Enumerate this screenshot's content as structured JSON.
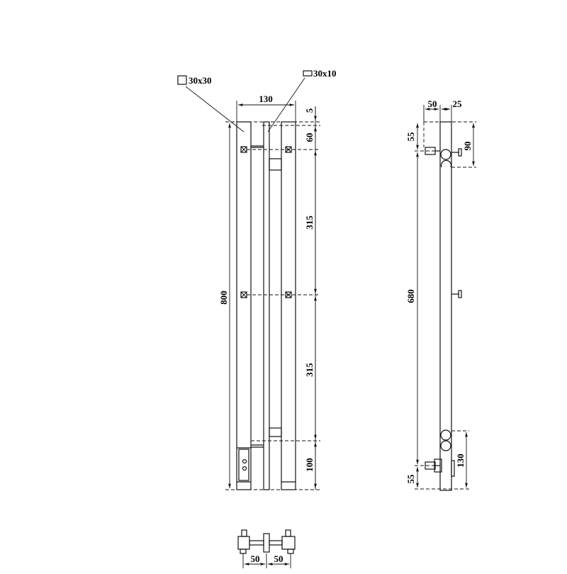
{
  "labels": {
    "profile_square": "30x30",
    "profile_rect": "30x10"
  },
  "front_view": {
    "width": "130",
    "top_gap": "5",
    "top_offset": "60",
    "spacing_upper": "315",
    "spacing_lower": "315",
    "bottom_offset": "100",
    "height": "800"
  },
  "side_view": {
    "depth": "50",
    "wall_gap": "25",
    "top_offset": "55",
    "inlet_offset": "90",
    "center_spacing": "680",
    "bottom_offset": "55",
    "outlet_offset": "130"
  },
  "bottom_view": {
    "left_spacing": "50",
    "right_spacing": "50"
  }
}
